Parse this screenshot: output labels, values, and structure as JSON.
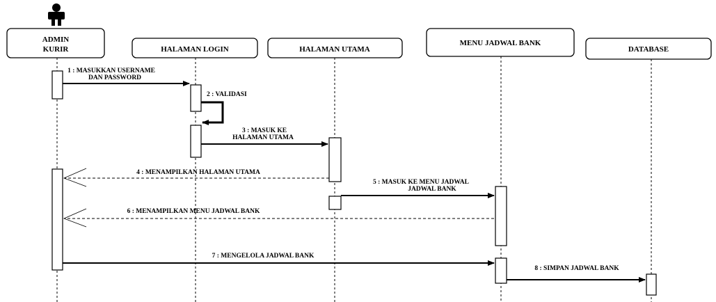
{
  "participants": [
    {
      "id": "admin",
      "label_line1": "ADMIN",
      "label_line2": "KURIR"
    },
    {
      "id": "login",
      "label": "HALAMAN LOGIN"
    },
    {
      "id": "utama",
      "label": "HALAMAN UTAMA"
    },
    {
      "id": "menu",
      "label": "MENU JADWAL BANK"
    },
    {
      "id": "database",
      "label": "DATABASE"
    }
  ],
  "messages": [
    {
      "line1": "1 : MASUKKAN USERNAME",
      "line2": "DAN PASSWORD"
    },
    {
      "line1": "2 : VALIDASI"
    },
    {
      "line1": "3 : MASUK KE",
      "line2": "HALAMAN UTAMA"
    },
    {
      "line1": "4 : MENAMPILKAN HALAMAN UTAMA"
    },
    {
      "line1": "5 : MASUK KE MENU JADWAL",
      "line2": "JADWAL BANK"
    },
    {
      "line1": "6 : MENAMPILKAN MENU  JADWAL BANK"
    },
    {
      "line1": "7 : MENGELOLA JADWAL BANK"
    },
    {
      "line1": "8 : SIMPAN JADWAL BANK"
    }
  ]
}
